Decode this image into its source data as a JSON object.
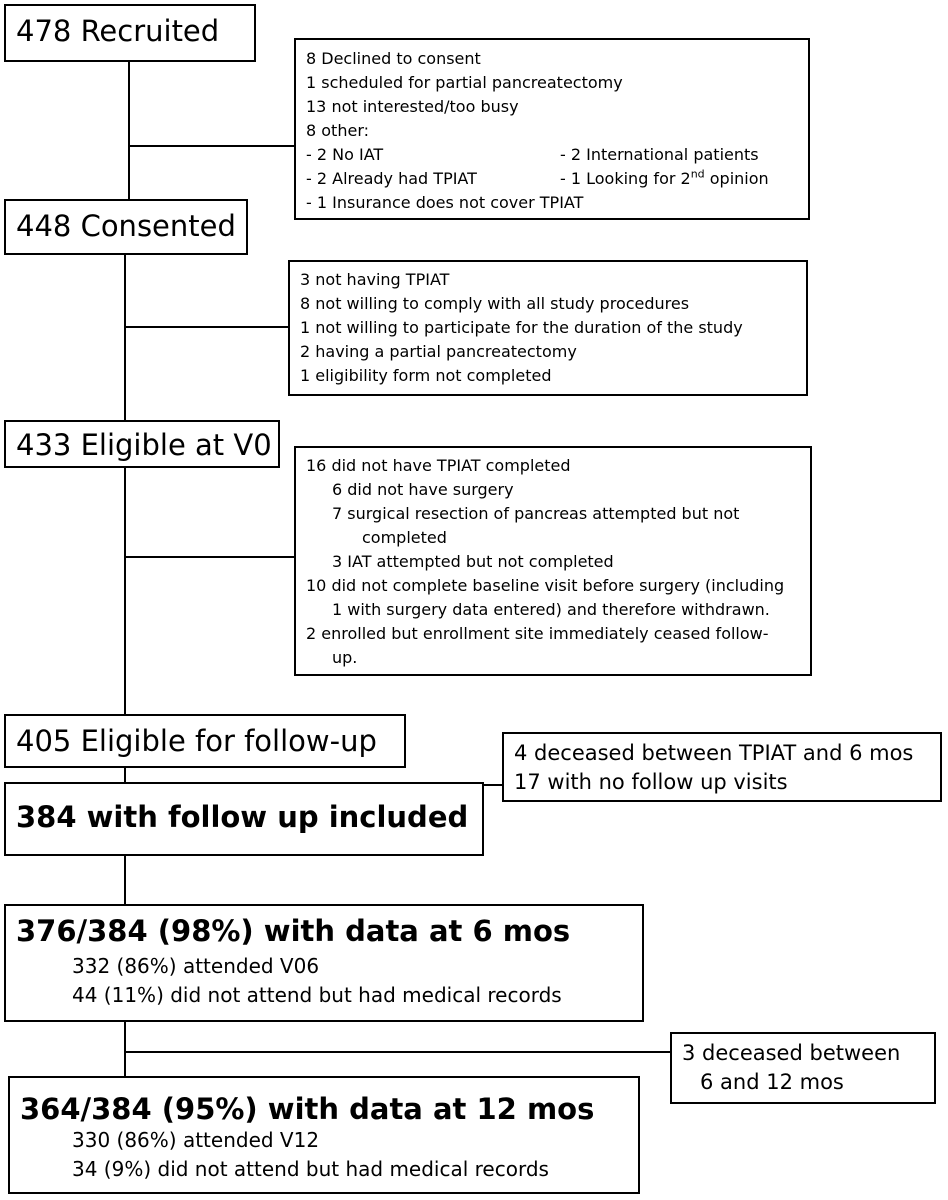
{
  "stages": {
    "recruited": "478 Recruited",
    "consented": "448 Consented",
    "eligible_v0": "433 Eligible at V0",
    "eligible_followup": "405 Eligible for follow-up",
    "followup_included": "384 with follow up included",
    "data_6mos": {
      "title": "376/384 (98%) with data at 6 mos",
      "lines": [
        "332 (86%) attended V06",
        "44 (11%) did not attend but had medical records"
      ]
    },
    "data_12mos": {
      "title": "364/384 (95%) with data at 12 mos",
      "lines": [
        "330 (86%) attended V12",
        "34 (9%) did not attend but had medical records"
      ]
    }
  },
  "exclusions": {
    "after_recruited": {
      "lines": [
        "8 Declined to consent",
        "1 scheduled for partial pancreatectomy",
        "13 not interested/too busy",
        "8 other:"
      ],
      "other_left": [
        "- 2 No IAT",
        "- 2 Already had TPIAT",
        "- 1 Insurance does not cover TPIAT"
      ],
      "other_right": [
        "- 2 International patients",
        "- 1 Looking for 2",
        "nd",
        " opinion"
      ]
    },
    "after_consented": [
      "3 not having TPIAT",
      "8 not willing to comply with all study procedures",
      "1 not willing to participate for the duration of the study",
      "2 having a partial pancreatectomy",
      "1 eligibility form not completed"
    ],
    "after_eligible_v0": {
      "l1": "16 did not have TPIAT completed",
      "l2": "6 did not have surgery",
      "l3a": "7 surgical resection of pancreas attempted but not",
      "l3b": "completed",
      "l4": "3 IAT attempted but not completed",
      "l5a": "10 did not complete baseline visit before surgery (including",
      "l5b": "1 with surgery data entered) and therefore withdrawn.",
      "l6a": "2 enrolled but enrollment site immediately ceased follow-",
      "l6b": "up."
    },
    "after_eligible_followup": [
      "4 deceased between TPIAT and 6 mos",
      "17 with no follow up visits"
    ],
    "after_6mos": [
      "3 deceased between",
      "6 and 12 mos"
    ]
  }
}
